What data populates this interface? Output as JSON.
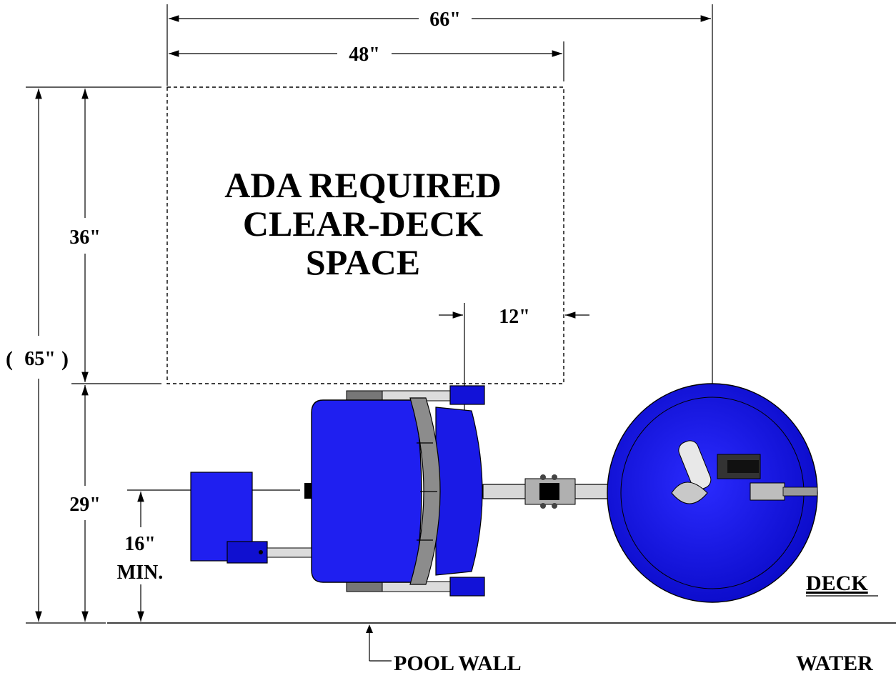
{
  "dimensions": {
    "overall_width": "66\"",
    "clear_width": "48\"",
    "clear_depth": "36\"",
    "offset": "12\"",
    "total_depth": "65\"",
    "total_depth_open": "(",
    "total_depth_close": ")",
    "lift_depth": "29\"",
    "min_distance_value": "16\"",
    "min_distance_label": "MIN."
  },
  "zone": {
    "line1": "ADA REQUIRED",
    "line2": "CLEAR-DECK",
    "line3": "SPACE"
  },
  "labels": {
    "deck": "DECK",
    "pool_wall": "POOL WALL",
    "water": "WATER"
  },
  "colors": {
    "lift_blue": "#1f1ff0",
    "lift_dark": "#0000a8",
    "frame_gray": "#8c8c8c",
    "bar_light": "#d8d8d8"
  }
}
